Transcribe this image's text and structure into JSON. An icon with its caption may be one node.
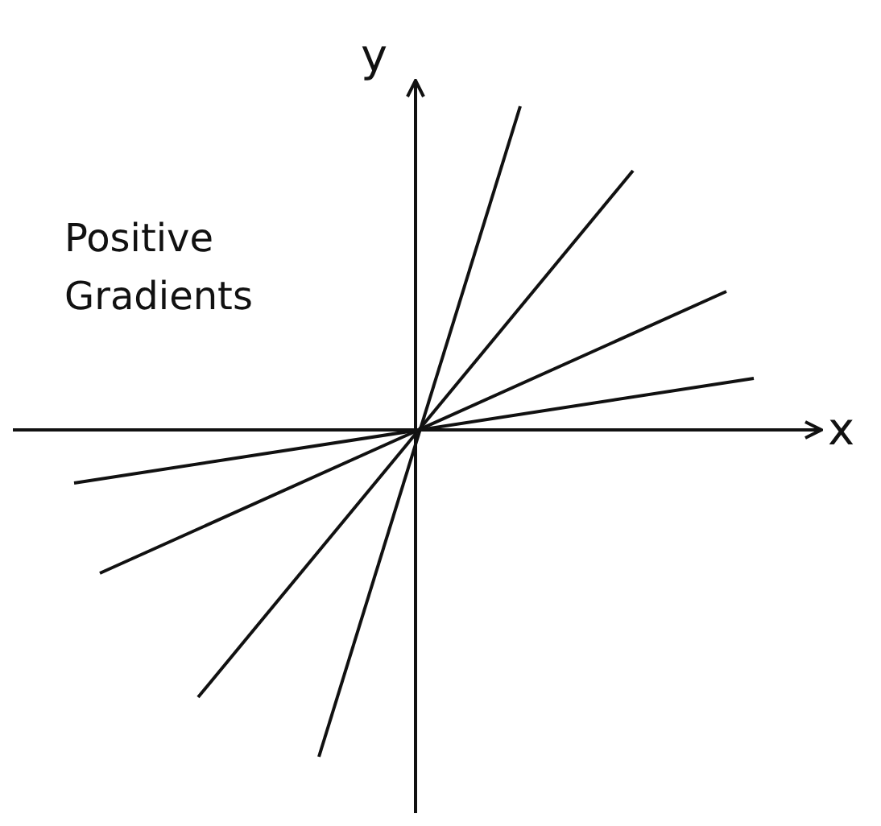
{
  "diagram": {
    "title": "Positive Gradients",
    "labels": [
      "y",
      "x"
    ]
  }
}
